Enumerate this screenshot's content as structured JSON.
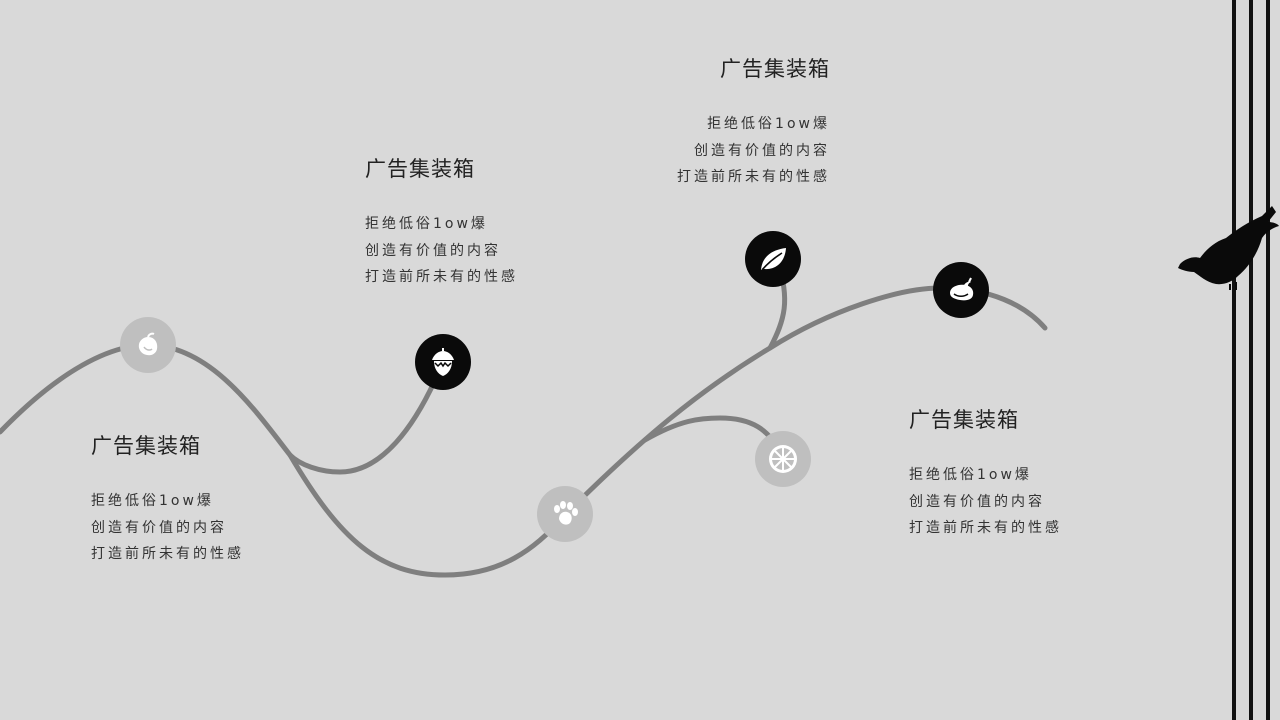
{
  "blocks": [
    {
      "title": "广告集装箱",
      "line1": "拒绝低俗1ow爆",
      "line2": "创造有价值的内容",
      "line3": "打造前所未有的性感"
    },
    {
      "title": "广告集装箱",
      "line1": "拒绝低俗1ow爆",
      "line2": "创造有价值的内容",
      "line3": "打造前所未有的性感"
    },
    {
      "title": "广告集装箱",
      "line1": "拒绝低俗1ow爆",
      "line2": "创造有价值的内容",
      "line3": "打造前所未有的性感"
    },
    {
      "title": "广告集装箱",
      "line1": "拒绝低俗1ow爆",
      "line2": "创造有价值的内容",
      "line3": "打造前所未有的性感"
    }
  ],
  "icons": [
    "mango-icon",
    "acorn-icon",
    "paw-icon",
    "leaf-icon",
    "lemon-slice-icon",
    "eggplant-icon"
  ],
  "colors": {
    "background": "#d9d9d9",
    "curve": "#7f7f7f",
    "dark_icon": "#0a0a0a",
    "light_icon": "#bfbfbf",
    "wire": "#111111"
  }
}
